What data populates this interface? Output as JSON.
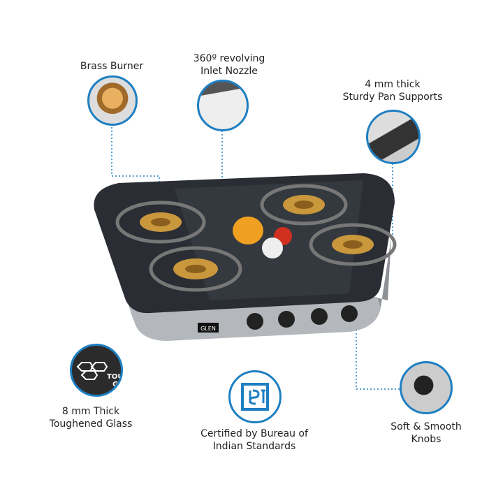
{
  "features": [
    {
      "id": "brass-burner",
      "lines": [
        "Brass Burner"
      ]
    },
    {
      "id": "inlet-nozzle",
      "lines": [
        "360º revolving",
        "Inlet Nozzle"
      ]
    },
    {
      "id": "pan-supports",
      "lines": [
        "4 mm thick",
        "Sturdy Pan Supports"
      ]
    },
    {
      "id": "toughened-glass",
      "lines": [
        "8 mm Thick",
        "Toughened Glass"
      ],
      "badge": [
        "TOUGH",
        "GLA"
      ]
    },
    {
      "id": "bis-certified",
      "lines": [
        "Certified by Bureau of",
        "Indian Standards"
      ]
    },
    {
      "id": "knobs",
      "lines": [
        "Soft & Smooth",
        "Knobs"
      ]
    }
  ],
  "brand": "GLEN",
  "colors": {
    "accent": "#1e7fc2",
    "glass": "#2a2d33",
    "steel": "#a9acb0",
    "brass": "#c9973c"
  }
}
